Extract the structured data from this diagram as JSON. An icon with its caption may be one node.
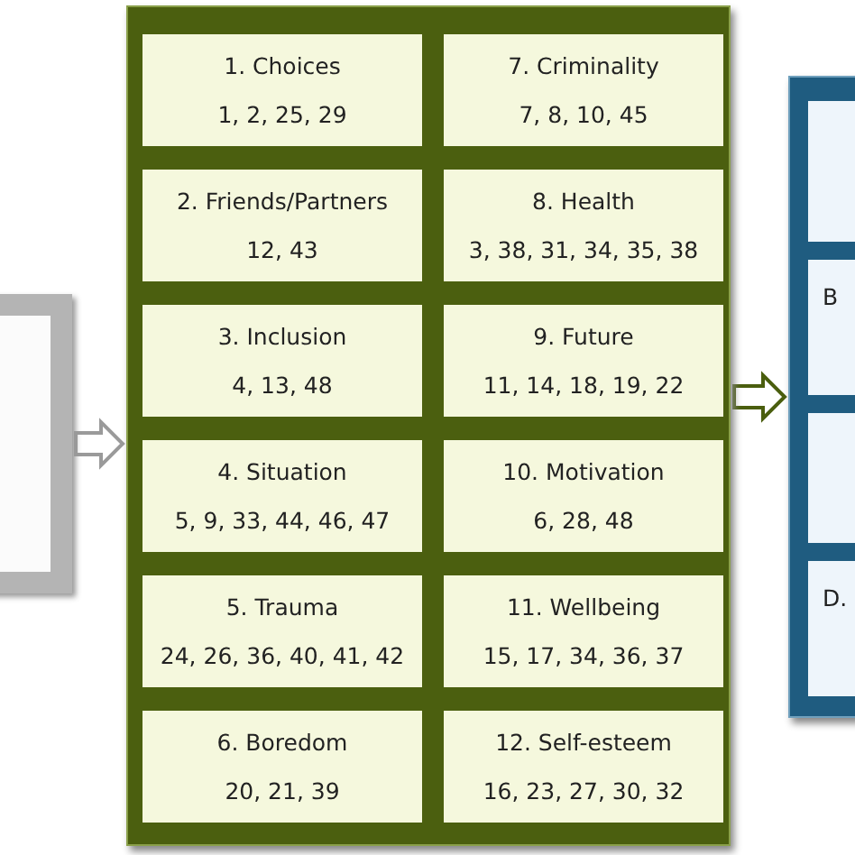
{
  "diagram": {
    "nodes": [
      {
        "text": [],
        "shape": "box"
      },
      {
        "text": [],
        "shape": "box"
      },
      {
        "text": [
          "1. Choices",
          "1, 2, 25, 29"
        ],
        "in": 1
      },
      {
        "text": [
          "7. Criminality",
          "7, 8, 10, 45"
        ],
        "in": 1
      },
      {
        "text": [
          "2. Friends/Partners",
          "12, 43"
        ],
        "in": 1
      },
      {
        "text": [
          "8. Health",
          "3, 38, 31, 34, 35, 38"
        ],
        "in": 1
      },
      {
        "text": [
          "3. Inclusion",
          "4, 13, 48"
        ],
        "in": 1
      },
      {
        "text": [
          "9. Future",
          "11, 14, 18, 19, 22"
        ],
        "in": 1
      },
      {
        "text": [
          "4. Situation",
          "5, 9, 33, 44, 46, 47"
        ],
        "in": 1
      },
      {
        "text": [
          "10. Motivation",
          "6, 28, 48"
        ],
        "in": 1
      },
      {
        "text": [
          "5. Trauma",
          "24, 26, 36, 40, 41, 42"
        ],
        "in": 1
      },
      {
        "text": [
          "11. Wellbeing",
          "15, 17, 34, 36, 37"
        ],
        "in": 1
      },
      {
        "text": [
          "6. Boredom",
          "20, 21, 39"
        ],
        "in": 1
      },
      {
        "text": [
          "12. Self-esteem",
          "16, 23, 27, 30, 32"
        ],
        "in": 1
      },
      {
        "text": [],
        "shape": "box"
      },
      {
        "text": [],
        "shape": "box",
        "in": 14
      },
      {
        "text": [
          "B"
        ],
        "in": 14
      },
      {
        "text": [],
        "shape": "box",
        "in": 14
      },
      {
        "text": [
          "D."
        ],
        "in": 14
      }
    ],
    "edges": [
      {
        "from": 0,
        "to": 1,
        "arrow": "to"
      },
      {
        "from": 1,
        "to": 14,
        "arrow": "to",
        "color": "#4a5e0e"
      }
    ]
  }
}
